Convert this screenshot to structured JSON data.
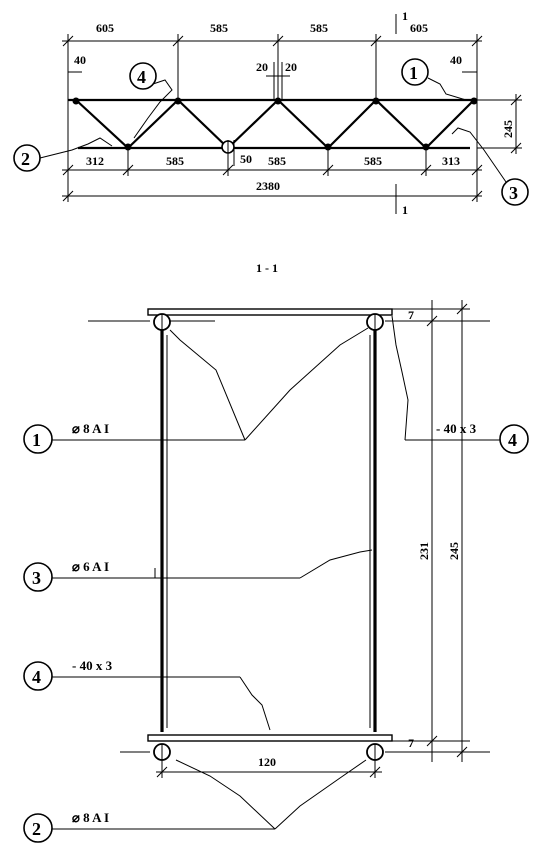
{
  "plan": {
    "top_dims": [
      "605",
      "585",
      "585",
      "605"
    ],
    "bottom_dims": [
      "312",
      "585",
      "585",
      "585",
      "313"
    ],
    "overall_length": "2380",
    "height": "245",
    "offset_left": "40",
    "offset_right": "40",
    "offset_mid_a": "20",
    "offset_mid_b": "20",
    "offset_50": "50",
    "section_mark": "1",
    "callouts": [
      "1",
      "2",
      "3",
      "4"
    ]
  },
  "section": {
    "title": "1 - 1",
    "dim_inner_height": "231",
    "dim_total_height": "245",
    "dim_width": "120",
    "dim_tick_top": "7",
    "dim_tick_bottom": "7",
    "callouts": [
      {
        "num": "1",
        "text": "⌀ 8 A I"
      },
      {
        "num": "3",
        "text": "⌀ 6 A I"
      },
      {
        "num": "4",
        "text": "- 40 x 3"
      },
      {
        "num": "2",
        "text": "⌀ 8 A I"
      },
      {
        "num": "4",
        "text": "- 40 x 3"
      }
    ]
  }
}
